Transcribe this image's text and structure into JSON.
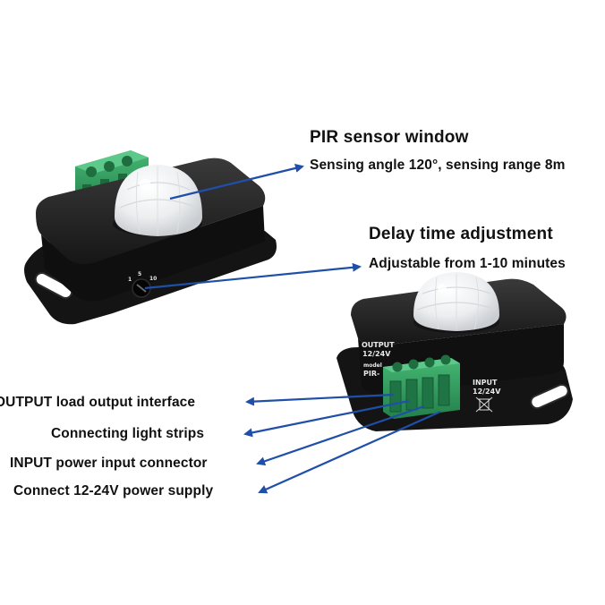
{
  "callouts": {
    "pir_title": "PIR sensor window",
    "pir_detail": "Sensing angle 120°, sensing range 8m",
    "delay_title": "Delay time adjustment",
    "delay_detail": "Adjustable from 1-10 minutes"
  },
  "terminal_labels": [
    "OUTPUT load output interface",
    "Connecting light strips",
    "INPUT power input connector",
    "Connect 12-24V power supply"
  ],
  "device_markings": {
    "output_label": "OUTPUT",
    "output_voltage": "12/24V",
    "model_prefix": "model",
    "model_code": "PIR-",
    "input_label": "INPUT",
    "input_voltage": "12/24V"
  },
  "colors": {
    "arrow": "#1f4fa8",
    "housing": "#1a1a1a",
    "terminal_block": "#2f9a5c",
    "dome": "#f2f3f4"
  },
  "icons": [
    "weee-bin-icon"
  ]
}
